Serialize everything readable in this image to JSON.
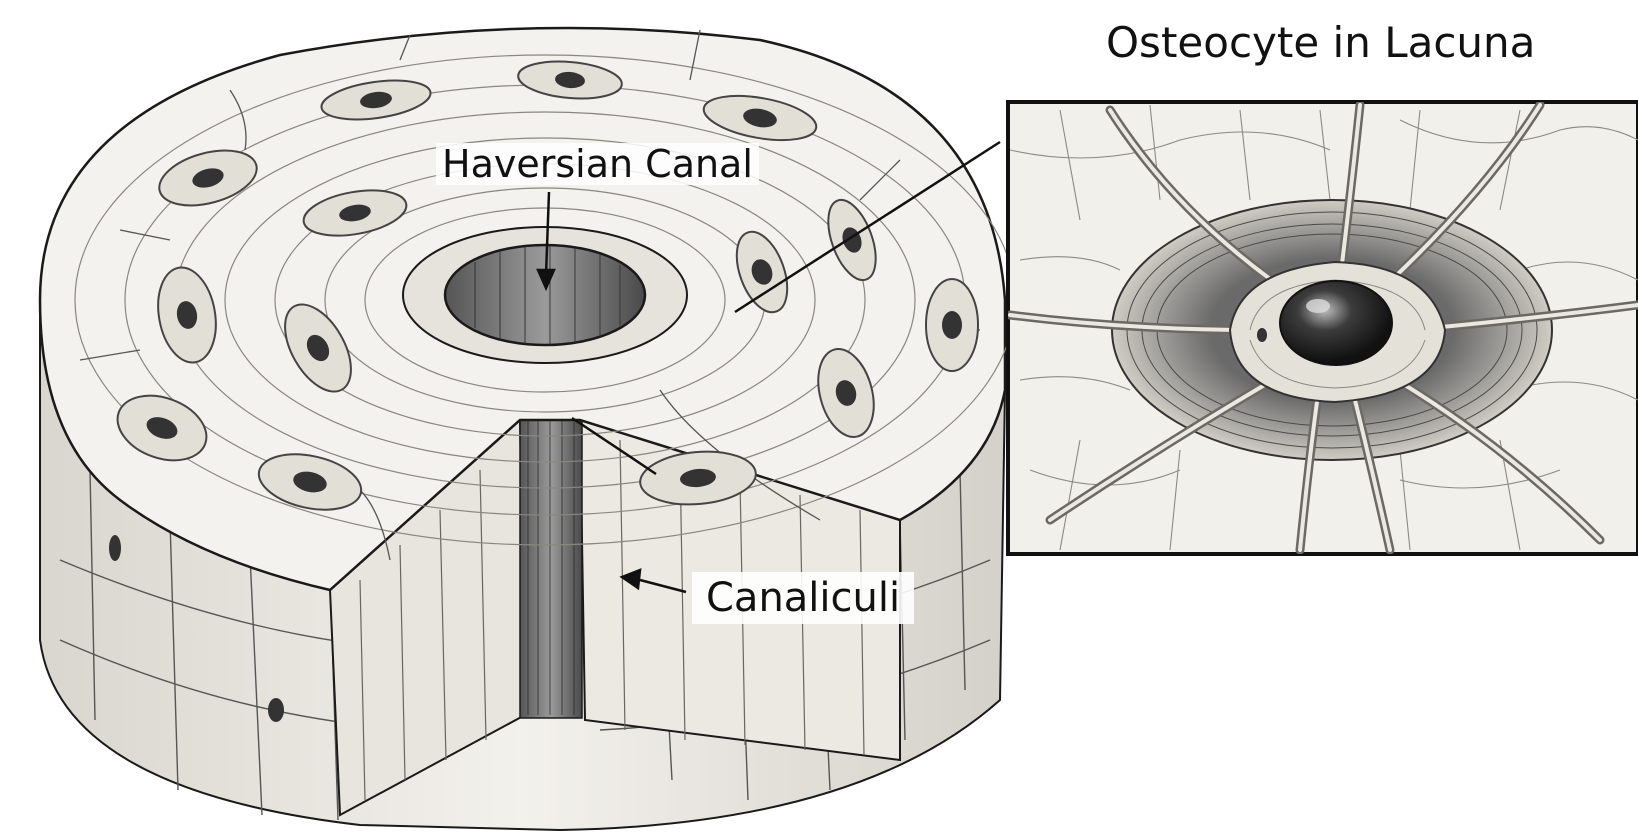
{
  "labels": {
    "haversian_canal": "Haversian Canal",
    "canaliculi": "Canaliculi",
    "inset_title": "Osteocyte in Lacuna"
  },
  "colors": {
    "ink": "#1a1a1a",
    "bone_light": "#f2f0eb",
    "bone_shadow": "#cfccc4",
    "canal_dark": "#3a3a3a",
    "lacuna_fill": "#e2dfd7"
  }
}
